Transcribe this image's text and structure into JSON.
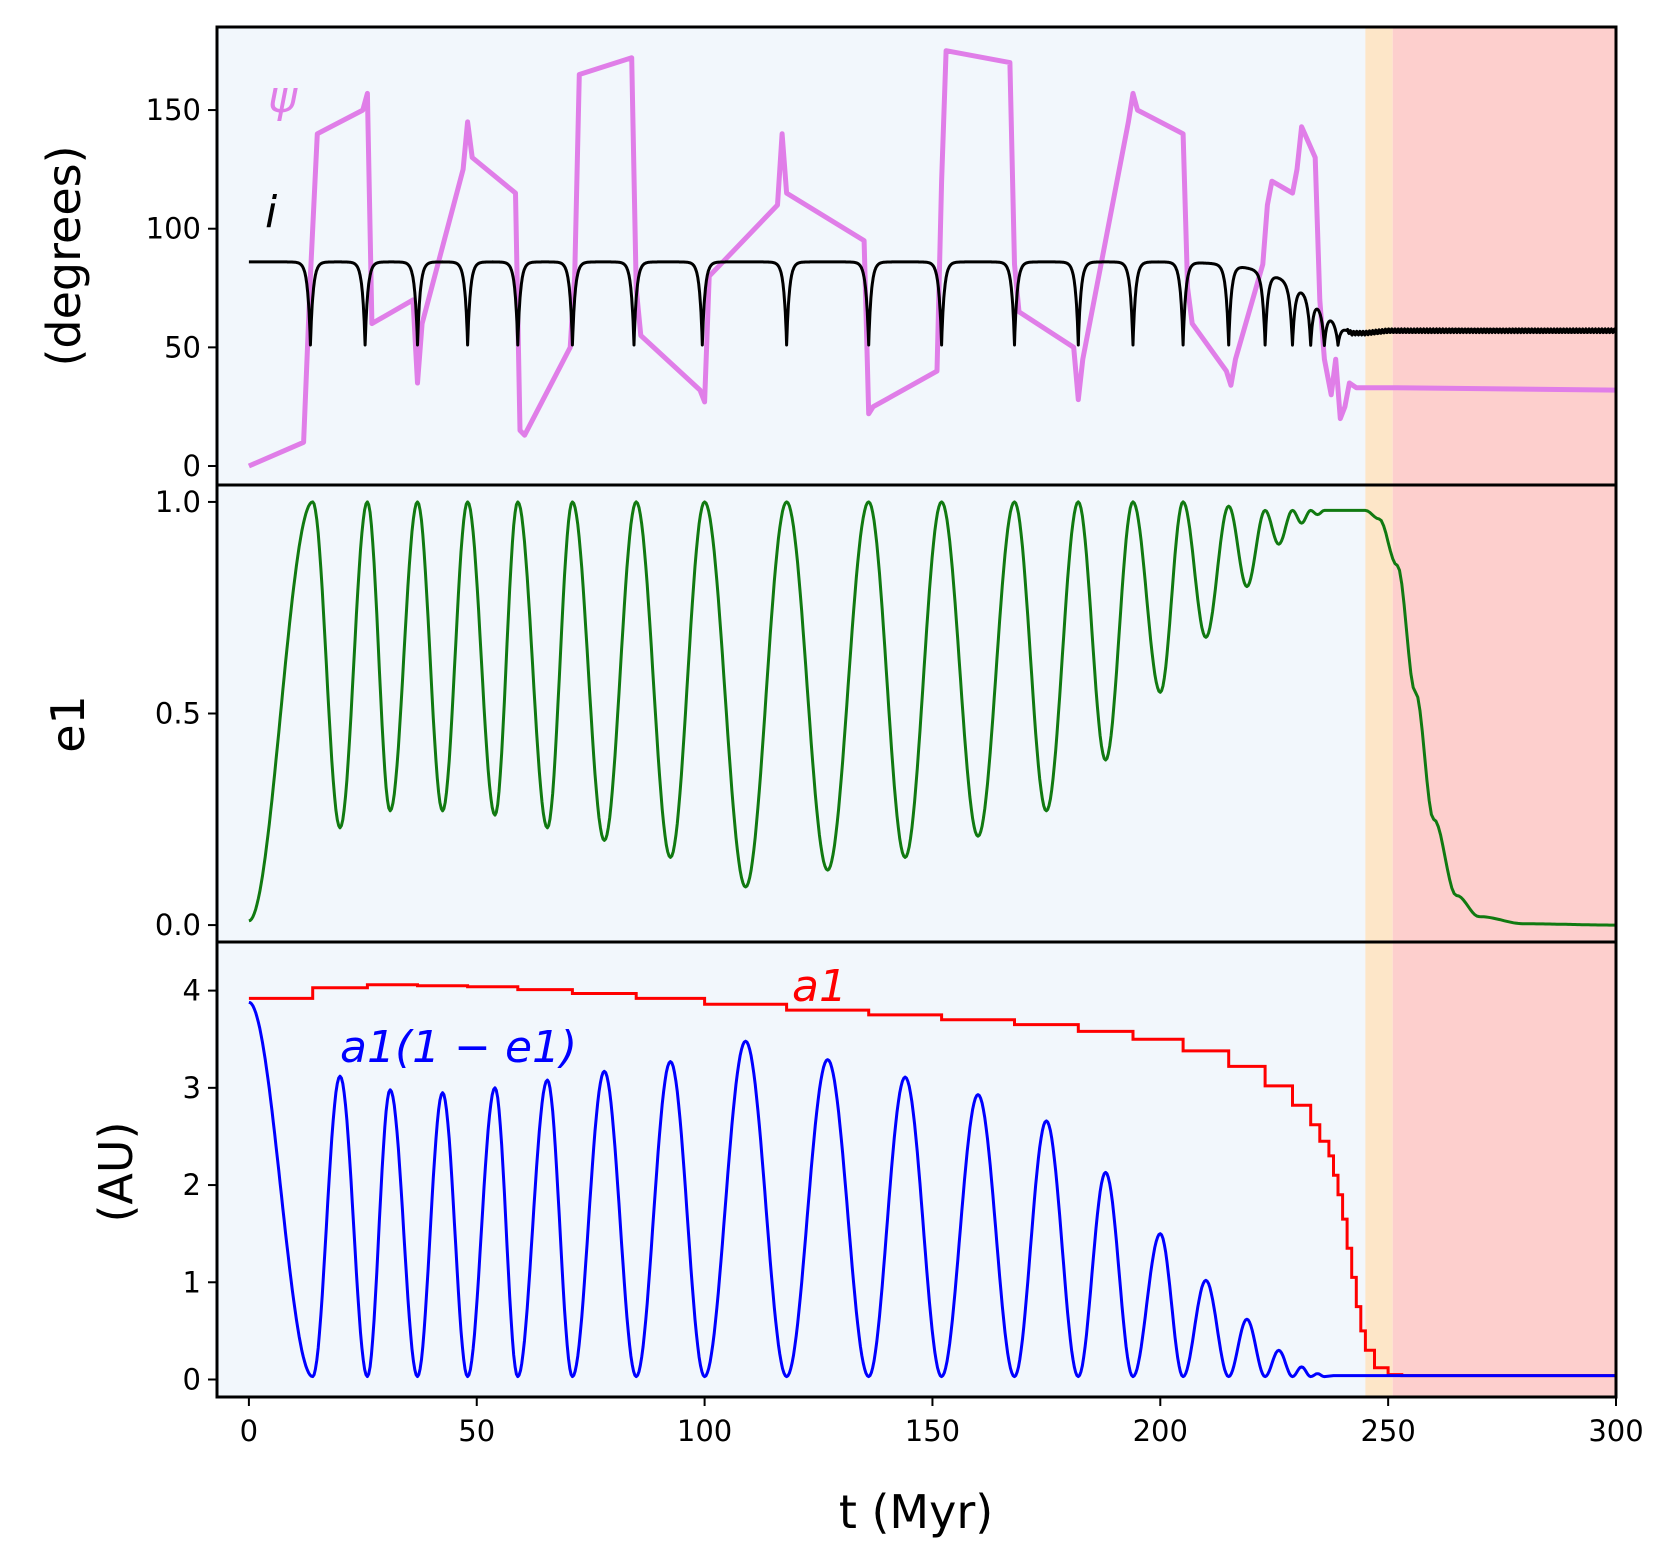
{
  "chart_data": [
    {
      "type": "line",
      "panel": "top",
      "ylabel": "(degrees)",
      "xlim": [
        -7,
        300
      ],
      "ylim": [
        -8,
        185
      ],
      "yticks": [
        0,
        50,
        100,
        150
      ],
      "background_bands": [
        {
          "x": [
            -7,
            245
          ],
          "color": "#f2f7fc"
        },
        {
          "x": [
            245,
            251
          ],
          "color": "#fde6c8"
        },
        {
          "x": [
            251,
            300
          ],
          "color": "#fdcfcd"
        }
      ],
      "series": [
        {
          "name": "ψ",
          "color": "#e07ee8",
          "annotation": "ψ",
          "x": [
            0,
            12,
            13.5,
            15,
            25,
            26,
            27,
            36,
            37,
            38,
            47,
            48,
            49,
            58.5,
            59.5,
            60.5,
            70.5,
            71.5,
            72.5,
            84,
            85,
            86,
            99,
            100,
            101,
            116,
            117,
            118,
            135,
            136,
            137,
            151,
            152,
            153,
            167,
            168,
            169,
            181,
            182,
            183,
            193,
            194,
            195,
            205,
            206,
            207,
            214.5,
            215.5,
            216.5,
            222.5,
            223.5,
            224.5,
            229,
            230,
            231,
            234,
            235,
            236,
            237.5,
            238.5,
            239.5,
            240.5,
            241.5,
            243,
            250,
            300
          ],
          "values": [
            0,
            10,
            80,
            140,
            150,
            157,
            60,
            70,
            35,
            60,
            125,
            145,
            130,
            115,
            15,
            13,
            50,
            80,
            165,
            172,
            75,
            55,
            32,
            27,
            80,
            110,
            140,
            115,
            95,
            22,
            25,
            40,
            120,
            175,
            170,
            85,
            65,
            50,
            28,
            45,
            145,
            157,
            150,
            140,
            75,
            60,
            40,
            34,
            45,
            85,
            110,
            120,
            115,
            125,
            143,
            130,
            70,
            45,
            30,
            45,
            20,
            25,
            35,
            33,
            33,
            32
          ]
        },
        {
          "name": "i",
          "color": "#000000",
          "annotation": "i",
          "x": [
            0,
            13.5,
            25.5,
            37,
            48,
            59,
            71,
            84.5,
            99.5,
            118,
            136,
            152,
            168,
            182,
            194,
            205,
            215,
            223,
            229,
            233,
            236,
            239,
            242,
            245,
            250,
            300
          ],
          "values": [
            86,
            86,
            86,
            86,
            86,
            86,
            86,
            86,
            86,
            86,
            86,
            86,
            86,
            86,
            86,
            86,
            85,
            82,
            77,
            72,
            66,
            60,
            56,
            56,
            57,
            57
          ],
          "dips_to": 51,
          "dip_times": [
            13.5,
            25.5,
            37,
            48,
            59,
            71,
            84.5,
            99.5,
            118,
            136,
            152,
            168,
            182,
            194,
            205,
            215,
            223,
            229,
            233,
            236,
            239
          ]
        }
      ]
    },
    {
      "type": "line",
      "panel": "middle",
      "ylabel": "e1",
      "xlim": [
        -7,
        300
      ],
      "ylim": [
        -0.04,
        1.04
      ],
      "yticks": [
        "0.0",
        "0.5",
        "1.0"
      ],
      "series": [
        {
          "name": "e1",
          "color": "#117a11",
          "peaks_x": [
            14,
            26,
            37,
            48,
            59,
            71,
            85,
            100,
            118,
            136,
            152,
            168,
            182,
            194,
            205,
            215,
            223,
            229,
            233,
            236
          ],
          "peaks_y": [
            1.0,
            1.0,
            1.0,
            1.0,
            1.0,
            1.0,
            1.0,
            1.0,
            1.0,
            1.0,
            1.0,
            1.0,
            1.0,
            1.0,
            1.0,
            0.99,
            0.98,
            0.98,
            0.98,
            0.98
          ],
          "troughs_x": [
            20,
            31,
            42.5,
            54,
            65.5,
            78,
            92.5,
            109,
            127,
            144,
            160,
            175,
            188,
            200,
            210,
            219,
            226,
            231,
            234.5
          ],
          "troughs_y": [
            0.23,
            0.27,
            0.27,
            0.26,
            0.23,
            0.2,
            0.16,
            0.09,
            0.13,
            0.16,
            0.21,
            0.27,
            0.39,
            0.55,
            0.68,
            0.8,
            0.9,
            0.95,
            0.97
          ],
          "tail_x": [
            238,
            245,
            248,
            252,
            256,
            260,
            265,
            270,
            280,
            300
          ],
          "tail_y": [
            0.98,
            0.98,
            0.96,
            0.85,
            0.55,
            0.25,
            0.07,
            0.02,
            0.003,
            0.0
          ],
          "start": [
            0,
            0.01
          ]
        }
      ]
    },
    {
      "type": "line",
      "panel": "bottom",
      "ylabel": "(AU)",
      "xlabel": "t (Myr)",
      "xlim": [
        -7,
        300
      ],
      "ylim": [
        -0.18,
        4.5
      ],
      "xticks": [
        0,
        50,
        100,
        150,
        200,
        250,
        300
      ],
      "yticks": [
        0,
        1,
        2,
        3,
        4
      ],
      "series": [
        {
          "name": "a1",
          "color": "#ff0000",
          "annotation": "a1",
          "steps_x": [
            0,
            14,
            26,
            37,
            48,
            59,
            71,
            85,
            100,
            118,
            136,
            152,
            168,
            182,
            194,
            205,
            215,
            223,
            229,
            233,
            235,
            237,
            238,
            239,
            240,
            241,
            242,
            243,
            244,
            245,
            247,
            250,
            253,
            300
          ],
          "steps_y": [
            3.92,
            4.03,
            4.06,
            4.05,
            4.04,
            4.01,
            3.97,
            3.92,
            3.86,
            3.8,
            3.75,
            3.7,
            3.65,
            3.58,
            3.5,
            3.38,
            3.22,
            3.02,
            2.82,
            2.62,
            2.45,
            2.3,
            2.1,
            1.9,
            1.65,
            1.35,
            1.05,
            0.75,
            0.5,
            0.3,
            0.12,
            0.05,
            0.04,
            0.04
          ]
        },
        {
          "name": "a1(1-e1)",
          "color": "#0000ff",
          "annotation": "a1(1 − e1)",
          "peaks_x": [
            20,
            31,
            42.5,
            54,
            65.5,
            78,
            92.5,
            109,
            127,
            144,
            160,
            175,
            188,
            200,
            210,
            219,
            226,
            231,
            234.5
          ],
          "peaks_y": [
            3.12,
            2.98,
            2.95,
            3.0,
            3.08,
            3.17,
            3.27,
            3.48,
            3.29,
            3.11,
            2.93,
            2.66,
            2.13,
            1.5,
            1.02,
            0.62,
            0.3,
            0.13,
            0.06
          ],
          "troughs_x": [
            14,
            26,
            37,
            48,
            59,
            71,
            85,
            100,
            118,
            136,
            152,
            168,
            182,
            194,
            205,
            215,
            223,
            229,
            233,
            236
          ],
          "trough_y": 0.03,
          "start": [
            0,
            3.88
          ],
          "tail": [
            [
              238,
              0.04
            ],
            [
              300,
              0.04
            ]
          ]
        }
      ]
    }
  ]
}
